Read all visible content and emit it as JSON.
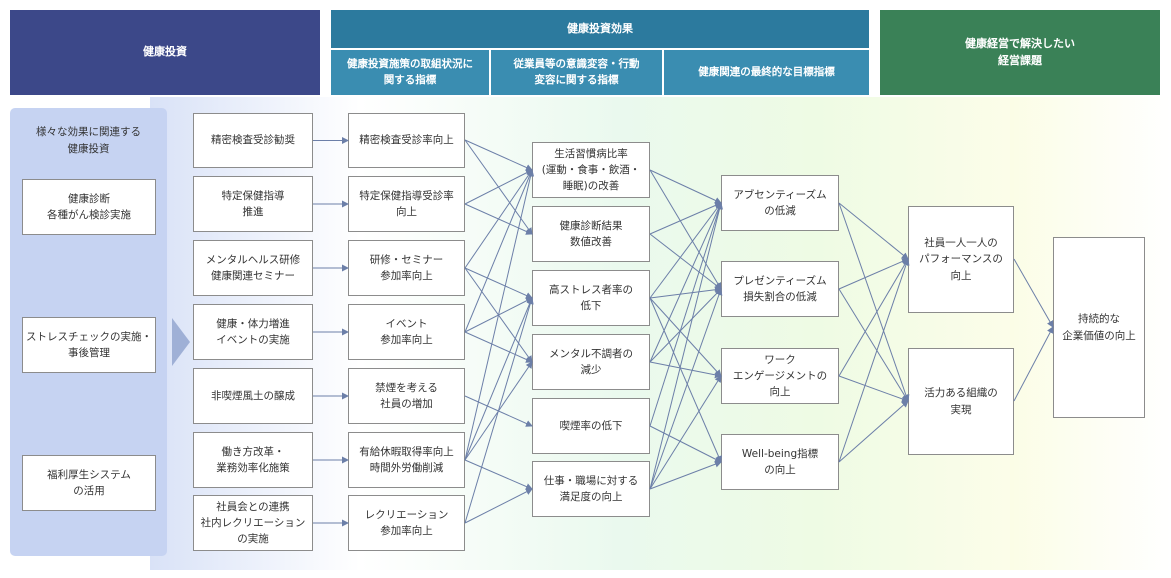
{
  "colors": {
    "header_navy": "#3c4889",
    "header_teal": "#2c7a9e",
    "header_teal_sub": "#3a8db1",
    "header_green": "#3a8157",
    "panel_blue": "#c6d3f2",
    "connector": "#6c7fa8"
  },
  "headers": {
    "invest": "健康投資",
    "effect": "健康投資効果",
    "effect_sub1": "健康投資施策の取組状況に\n関する指標",
    "effect_sub2": "従業員等の意識変容・行動\n変容に関する指標",
    "effect_sub3": "健康関連の最終的な目標指標",
    "issues": "健康経営で解決したい\n経営課題"
  },
  "left_panel": {
    "title": "様々な効果に関連する\n健康投資",
    "items": [
      "健康診断\n各種がん検診実施",
      "ストレスチェックの実施・\n事後管理",
      "福利厚生システム\nの活用"
    ]
  },
  "measures": [
    "精密検査受診勧奨",
    "特定保健指導\n推進",
    "メンタルヘルス研修\n健康関連セミナー",
    "健康・体力増進\nイベントの実施",
    "非喫煙風土の醸成",
    "働き方改革・\n業務効率化施策",
    "社員会との連携\n社内レクリエーション\nの実施"
  ],
  "status_indicators": [
    "精密検査受診率向上",
    "特定保健指導受診率\n向上",
    "研修・セミナー\n参加率向上",
    "イベント\n参加率向上",
    "禁煙を考える\n社員の増加",
    "有給休暇取得率向上\n時間外労働削減",
    "レクリエーション\n参加率向上"
  ],
  "behavior_indicators": [
    "生活習慣病比率\n(運動・食事・飲酒・\n睡眠)の改善",
    "健康診断結果\n数値改善",
    "高ストレス者率の\n低下",
    "メンタル不調者の\n減少",
    "喫煙率の低下",
    "仕事・職場に対する\n満足度の向上"
  ],
  "final_indicators": [
    "アブセンティーズム\nの低減",
    "プレゼンティーズム\n損失割合の低減",
    "ワーク\nエンゲージメントの\n向上",
    "Well-being指標\nの向上"
  ],
  "issues": [
    "社員一人一人の\nパフォーマンスの\n向上",
    "活力ある組織の\n実現"
  ],
  "final_goal": "持続的な\n企業価値の向上"
}
